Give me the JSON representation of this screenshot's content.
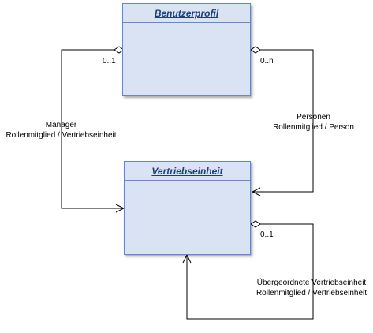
{
  "classes": {
    "benutzerprofil": {
      "name": "Benutzerprofil"
    },
    "vertriebseinheit": {
      "name": "Vertriebseinheit"
    }
  },
  "associations": {
    "manager": {
      "multiplicity": "0..1",
      "role": "Manager",
      "description": "Rollenmitglied / Vertriebseinheit"
    },
    "personen": {
      "multiplicity": "0..n",
      "role": "Personen",
      "description": "Rollenmitglied / Person"
    },
    "uebergeordnete": {
      "multiplicity": "0..1",
      "role": "Übergeordnete Vertriebseinheit",
      "description": "Rollenmitglied / Vertriebseinheit"
    }
  },
  "colors": {
    "class_fill": "#dae3f4",
    "class_border": "#6d86b8",
    "class_title": "#1c3f7a",
    "line": "#000000"
  }
}
